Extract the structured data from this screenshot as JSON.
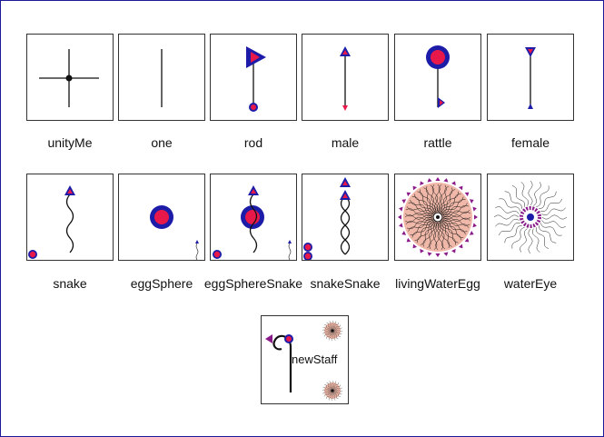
{
  "colors": {
    "border": "#1b1b9a",
    "blue": "#1c1ca8",
    "red": "#e8194a",
    "purple": "#8a1a8a",
    "pink": "#f0b8a8",
    "line": "#111111"
  },
  "tiles": {
    "unityMe": "unityMe",
    "one": "one",
    "rod": "rod",
    "male": "male",
    "rattle": "rattle",
    "female": "female",
    "snake": "snake",
    "eggSphere": "eggSphere",
    "eggSphereSnake": "eggSphereSnake",
    "snakeSnake": "snakeSnake",
    "livingWaterEgg": "livingWaterEgg",
    "waterEye": "waterEye",
    "newStaff": "newStaff"
  }
}
